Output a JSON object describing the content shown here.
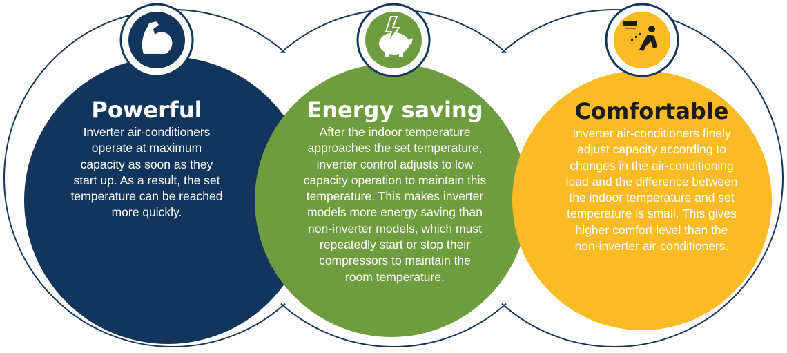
{
  "colors": {
    "powerful": "#12355b",
    "energy": "#6e9c3e",
    "comfortable": "#fbbb24",
    "outline": "#12355b",
    "bubble_bg": "#ffffff"
  },
  "panels": [
    {
      "title": "Powerful",
      "icon": "flexed-bicep-icon",
      "lines": [
        "Inverter air-conditioners",
        "operate at maximum",
        "capacity as soon as they",
        "start up. As a result, the set",
        "temperature can be reached",
        "more quickly."
      ]
    },
    {
      "title": "Energy saving",
      "icon": "piggy-bank-lightning-icon",
      "lines": [
        "After the indoor temperature",
        "approaches the set temperature,",
        "inverter control adjusts to low",
        "capacity operation to maintain this",
        "temperature. This makes inverter",
        "models more energy saving than",
        "non-inverter models, which must",
        "repeatedly start or stop their",
        "compressors to maintain the",
        "room temperature."
      ]
    },
    {
      "title": "Comfortable",
      "icon": "person-relaxing-air-conditioner-icon",
      "lines": [
        "Inverter air-conditioners finely",
        "adjust capacity according to",
        "changes in the air-conditioning",
        "load and the difference between",
        "the indoor temperature and set",
        "temperature is small. This gives",
        "higher comfort level than the",
        "non-inverter air-conditioners."
      ]
    }
  ]
}
